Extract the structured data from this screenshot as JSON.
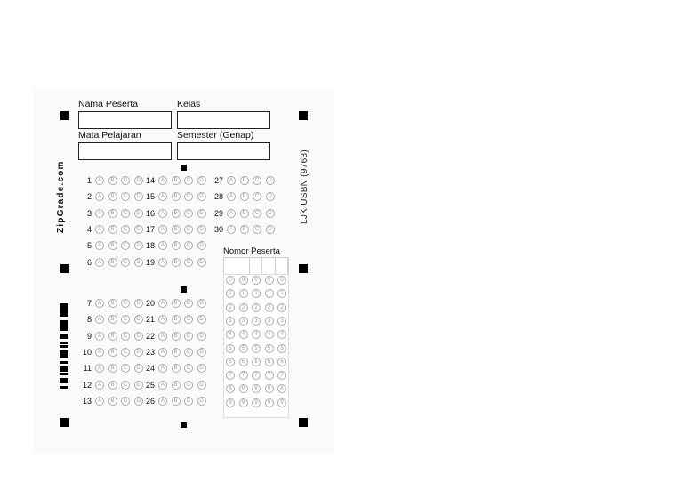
{
  "form": {
    "brand": "ZipGrade.com",
    "sheet_title": "LJK USBN  (9763)",
    "fields": {
      "nama_peserta": "Nama Peserta",
      "kelas": "Kelas",
      "mata_pelajaran": "Mata Pelajaran",
      "semester": "Semester (Genap)"
    },
    "nomor_peserta_label": "Nomor Peserta",
    "choices": [
      "A",
      "B",
      "C",
      "D"
    ],
    "digits": [
      "0",
      "1",
      "2",
      "3",
      "4",
      "5",
      "6",
      "7",
      "8",
      "9"
    ],
    "question_count": 30,
    "id_digit_count": 5
  }
}
